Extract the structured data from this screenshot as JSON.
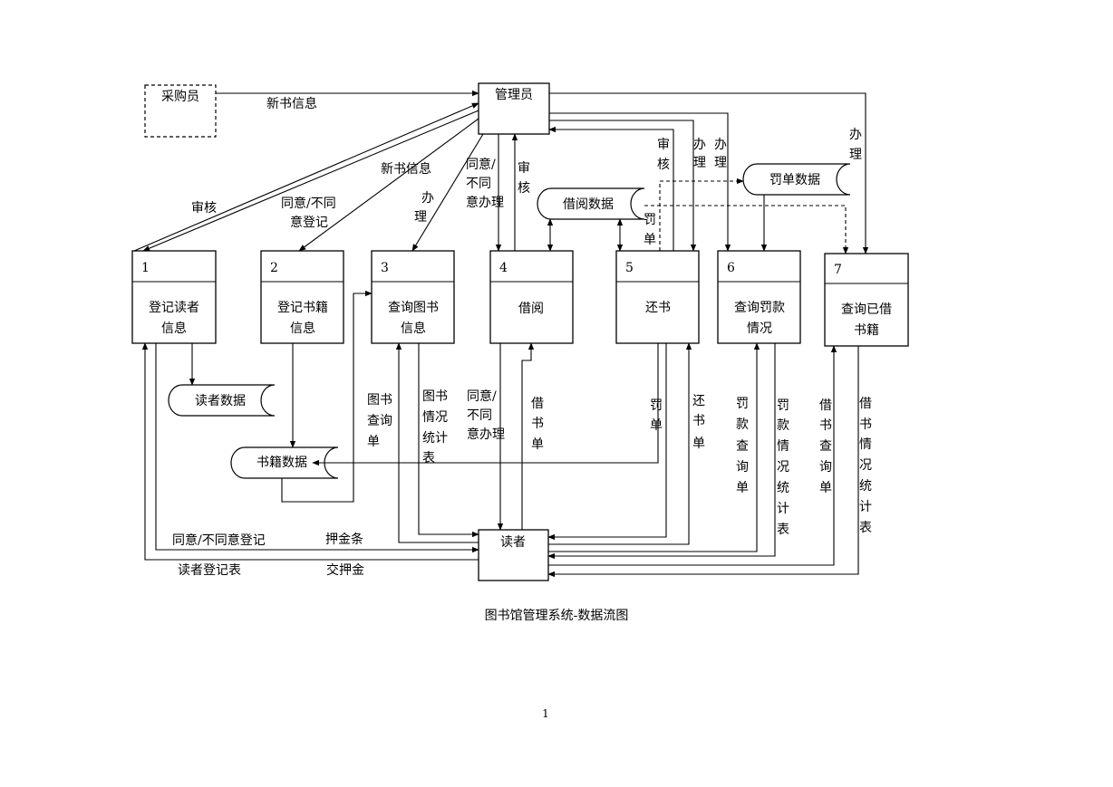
{
  "external": {
    "purchaser": "采购员",
    "manager": "管理员",
    "reader": "读者"
  },
  "processes": [
    {
      "num": "1",
      "lines": [
        "登记读者",
        "信息"
      ]
    },
    {
      "num": "2",
      "lines": [
        "登记书籍",
        "信息"
      ]
    },
    {
      "num": "3",
      "lines": [
        "查询图书",
        "信息"
      ]
    },
    {
      "num": "4",
      "lines": [
        "借阅"
      ]
    },
    {
      "num": "5",
      "lines": [
        "还书"
      ]
    },
    {
      "num": "6",
      "lines": [
        "查询罚款",
        "情况"
      ]
    },
    {
      "num": "7",
      "lines": [
        "查询已借",
        "书籍"
      ]
    }
  ],
  "stores": {
    "reader_data": "读者数据",
    "book_data": "书籍数据",
    "borrow_data": "借阅数据",
    "fine_data": "罚单数据"
  },
  "labels": {
    "new_book_info": "新书信息",
    "audit": "审核",
    "agree_register": "同意/不同意登记",
    "agree_handle": "同意/不同意办理",
    "handle": "办理",
    "fine_ticket": "罚单",
    "book_query_form": "图书查询单",
    "book_stats_table": "图书情况统计表",
    "borrow_form": "借书单",
    "return_form": "还书单",
    "fine_query_form": "罚款查询单",
    "fine_stats_table": "罚款情况统计表",
    "borrowed_query_form": "借书查询单",
    "borrow_stats_table": "借书情况统计表",
    "deposit_slip": "押金条",
    "reader_register_form": "读者登记表",
    "pay_deposit": "交押金"
  },
  "caption": "图书馆管理系统-数据流图",
  "page_number": "1"
}
